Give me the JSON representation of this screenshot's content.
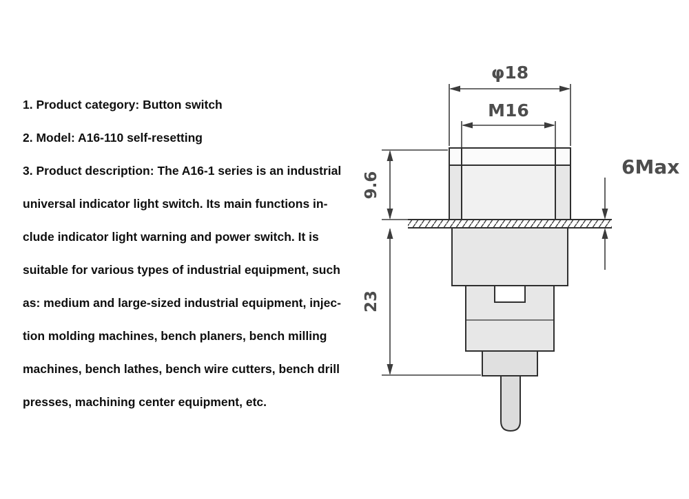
{
  "page": {
    "background": "#ffffff",
    "line_color": "#2f2f2f",
    "dim_color": "#4d4d4d",
    "fill_light": "#e7e7e7"
  },
  "description": {
    "lines": [
      "1. Product category: Button switch",
      "2. Model: A16-110 self-resetting",
      "3. Product description: The A16-1 series is an industrial",
      "universal indicator light switch. Its main functions in-",
      "clude indicator light warning and power switch. It is",
      "suitable for various types of industrial equipment, such",
      "as: medium and large-sized industrial equipment, injec-",
      "tion molding machines, bench planers, bench milling",
      "machines, bench lathes, bench wire cutters, bench drill",
      "presses, machining center equipment, etc."
    ]
  },
  "diagram": {
    "labels": {
      "diameter": "φ18",
      "thread": "M16",
      "top_height": "9.6",
      "body_height": "23",
      "panel_max": "6Max"
    }
  }
}
